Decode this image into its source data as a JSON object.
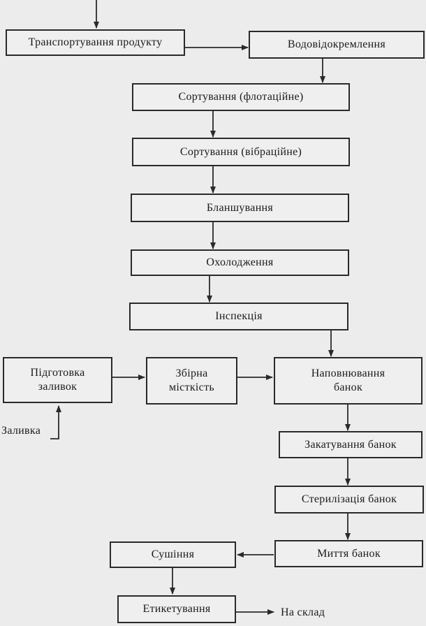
{
  "nodes": {
    "transport": "Транспортування продукту",
    "water_sep": "Водовідокремлення",
    "sort_flot": "Сортування (флотаційне)",
    "sort_vibr": "Сортування (вібраційне)",
    "blanch": "Бланшування",
    "cool": "Охолодження",
    "inspect": "Інспекція",
    "prep_fill": "Підготовка заливок",
    "collector": "Збірна місткість",
    "filling": "Наповнювання банок",
    "seaming": "Закатування банок",
    "steril": "Стерилізація банок",
    "washing": "Миття банок",
    "drying": "Сушіння",
    "labeling": "Етикетування"
  },
  "labels": {
    "zalyvka": "Заливка",
    "warehouse": "На склад"
  }
}
